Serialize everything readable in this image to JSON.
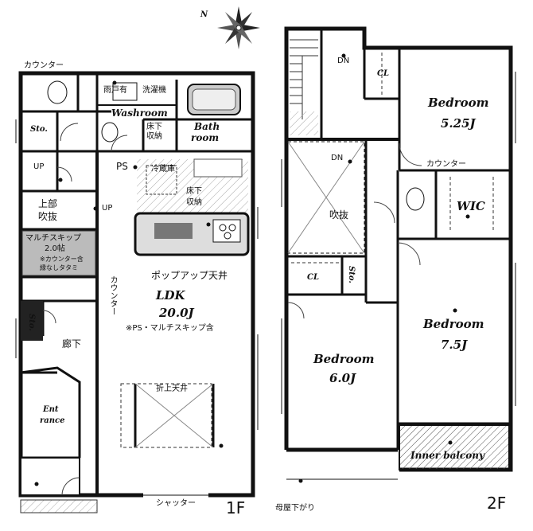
{
  "compass": {
    "north_label": "N"
  },
  "floor1": {
    "floor_label": "1F",
    "counter_top": "カウンター",
    "sto_top": "Sto.",
    "amado": "雨戸有",
    "washer": "洗濯機",
    "washroom": "Washroom",
    "underfloor_wash_1": "床下",
    "underfloor_wash_2": "収納",
    "bath_1": "Bath",
    "bath_2": "room",
    "up_left": "UP",
    "ps": "PS",
    "fridge": "冷蔵庫",
    "underfloor_kitchen_1": "床下",
    "underfloor_kitchen_2": "収納",
    "void_1": "上部",
    "void_2": "吹抜",
    "up_mid": "UP",
    "multi_skip": "マルチスキップ",
    "multi_skip_size": "2.0帖",
    "multi_skip_note_1": "※カウンター含",
    "multi_skip_note_2": "縁なしタタミ",
    "popup_ceiling": "ポップアップ天井",
    "counter_vertical": "カウンター",
    "ldk": "LDK",
    "ldk_size": "20.0J",
    "ldk_note": "※PS・マルチスキップ含",
    "sto_hall": "Sto.",
    "hallway": "廊下",
    "folded_ceiling": "折上天井",
    "entrance_1": "Ent",
    "entrance_2": "rance",
    "shutter": "シャッター"
  },
  "floor2": {
    "floor_label": "2F",
    "dn_stair": "DN",
    "cl_top": "CL",
    "bedroom_ne": "Bedroom",
    "bedroom_ne_size": "5.25J",
    "dn_void": "DN",
    "counter": "カウンター",
    "void": "吹抜",
    "wic": "WIC",
    "cl_mid": "CL",
    "sto": "Sto.",
    "bedroom_e": "Bedroom",
    "bedroom_e_size": "7.5J",
    "bedroom_w": "Bedroom",
    "bedroom_w_size": "6.0J",
    "inner_balcony": "Inner balcony",
    "roof_note": "母屋下がり"
  }
}
